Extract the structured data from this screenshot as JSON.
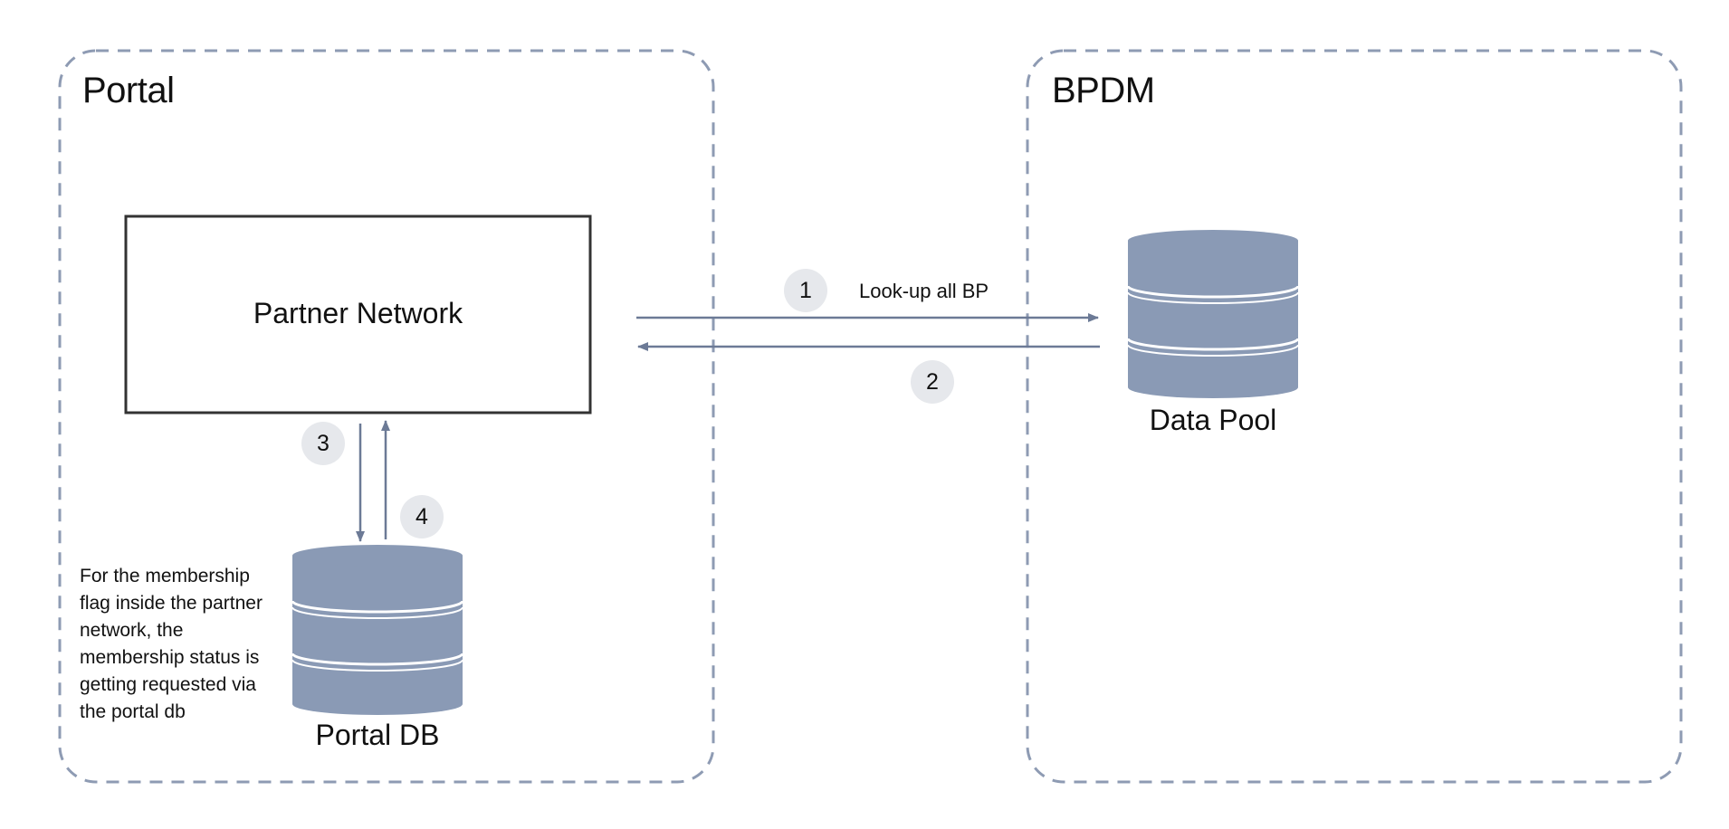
{
  "groups": {
    "portal": {
      "title": "Portal"
    },
    "bpdm": {
      "title": "BPDM"
    }
  },
  "nodes": {
    "partner_network": {
      "label": "Partner Network"
    },
    "data_pool": {
      "label": "Data Pool"
    },
    "portal_db": {
      "label": "Portal DB"
    }
  },
  "edges": {
    "step1": {
      "number": "1",
      "label": "Look-up all BP"
    },
    "step2": {
      "number": "2"
    },
    "step3": {
      "number": "3"
    },
    "step4": {
      "number": "4"
    }
  },
  "note": "For the membership flag inside the partner network, the membership status is getting requested via the portal db",
  "colors": {
    "dashed_border": "#8e9bb3",
    "arrow": "#6c7a96",
    "database": "#8a9ab5",
    "badge_bg": "#e6e8ec",
    "box_border": "#333333"
  }
}
